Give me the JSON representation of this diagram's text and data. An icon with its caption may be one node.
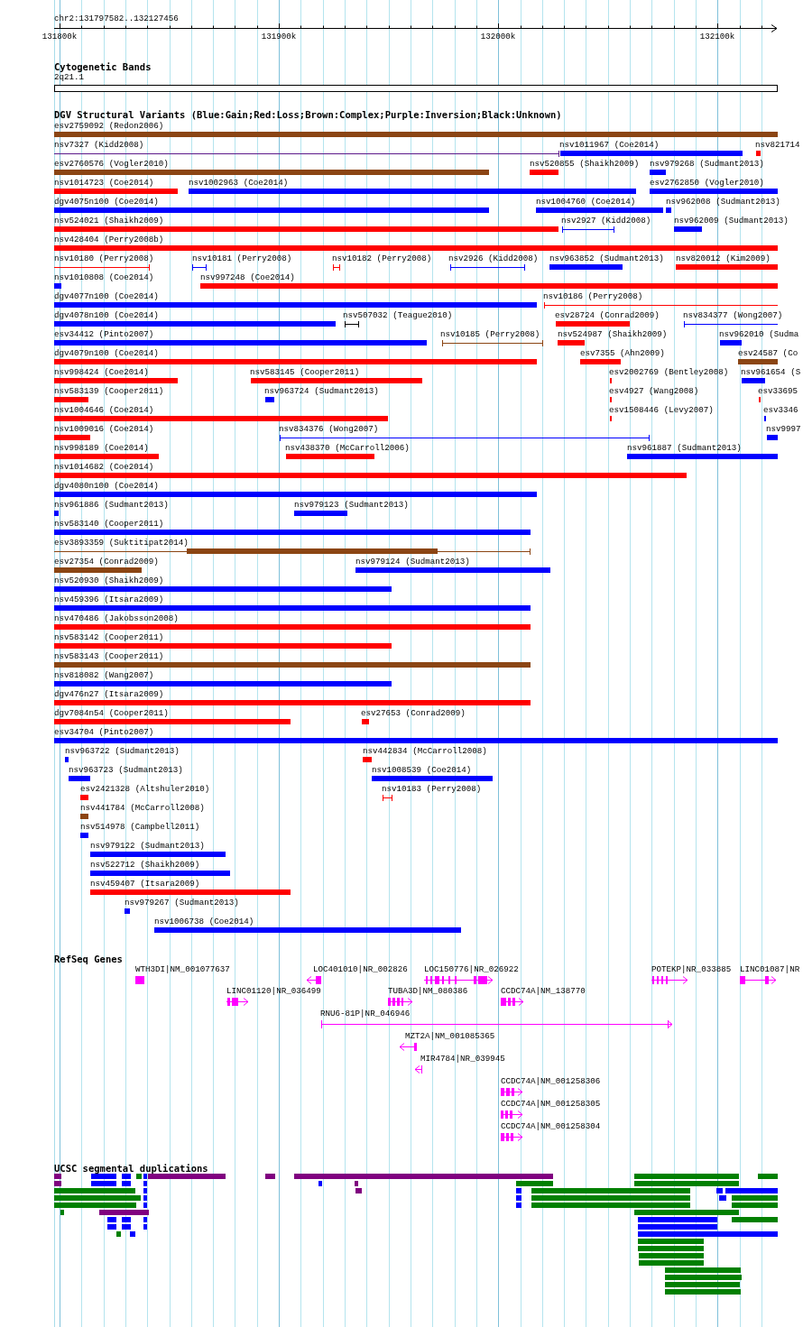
{
  "diagram": {
    "title": "chr2:131797582..132127456",
    "labels": [
      "131800k",
      "131900k",
      "132000k",
      "132100k",
      "Cytogenetic Bands",
      "2q21.1",
      "DGV Structural Variants (Blue:Gain;Red:Loss;Brown:Complex;Purple:Inversion;Black:Unknown)",
      "esv2759092 (Redon2006)",
      "nsv7327 (Kidd2008)",
      "nsv1011967 (Coe2014)",
      "nsv821714",
      "esv2760576 (Vogler2010)",
      "nsv520855 (Shaikh2009)",
      "nsv979268 (Sudmant2013)",
      "nsv1014723 (Coe2014)",
      "nsv1002963 (Coe2014)",
      "esv2762850 (Vogler2010)",
      "dgv4075n100 (Coe2014)",
      "nsv1004760 (Coe2014)",
      "nsv962008 (Sudmant2013)",
      "nsv524021 (Shaikh2009)",
      "nsv2927 (Kidd2008)",
      "nsv962009 (Sudmant2013)",
      "nsv428404 (Perry2008b)",
      "nsv10180 (Perry2008)",
      "nsv10181 (Perry2008)",
      "nsv10182 (Perry2008)",
      "nsv2926 (Kidd2008)",
      "nsv963852 (Sudmant2013)",
      "nsv820012 (Kim2009)",
      "nsv1010808 (Coe2014)",
      "nsv997248 (Coe2014)",
      "dgv4077n100 (Coe2014)",
      "nsv10186 (Perry2008)",
      "dgv4078n100 (Coe2014)",
      "nsv507032 (Teague2010)",
      "esv28724 (Conrad2009)",
      "nsv834377 (Wong2007)",
      "esv34412 (Pinto2007)",
      "nsv10185 (Perry2008)",
      "nsv524987 (Shaikh2009)",
      "nsv962010 (Sudma",
      "dgv4079n100 (Coe2014)",
      "esv7355 (Ahn2009)",
      "esv24587 (Co",
      "nsv998424 (Coe2014)",
      "nsv583145 (Cooper2011)",
      "esv2002769 (Bentley2008)",
      "nsv961654 (S",
      "nsv583139 (Cooper2011)",
      "nsv963724 (Sudmant2013)",
      "esv4927 (Wang2008)",
      "esv33695",
      "nsv1004646 (Coe2014)",
      "esv1508446 (Levy2007)",
      "esv3346",
      "nsv1009016 (Coe2014)",
      "nsv834376 (Wong2007)",
      "nsv9997",
      "nsv998189 (Coe2014)",
      "nsv438370 (McCarroll2006)",
      "nsv961887 (Sudmant2013)",
      "nsv1014682 (Coe2014)",
      "dgv4080n100 (Coe2014)",
      "nsv961886 (Sudmant2013)",
      "nsv979123 (Sudmant2013)",
      "nsv583140 (Cooper2011)",
      "esv3893359 (Suktitipat2014)",
      "esv27354 (Conrad2009)",
      "nsv979124 (Sudmant2013)",
      "nsv520930 (Shaikh2009)",
      "nsv459396 (Itsara2009)",
      "nsv470486 (Jakobsson2008)",
      "nsv583142 (Cooper2011)",
      "nsv583143 (Cooper2011)",
      "nsv818082 (Wang2007)",
      "dgv476n27 (Itsara2009)",
      "dgv7084n54 (Cooper2011)",
      "esv27653 (Conrad2009)",
      "esv34704 (Pinto2007)",
      "nsv963722 (Sudmant2013)",
      "nsv442834 (McCarroll2008)",
      "nsv963723 (Sudmant2013)",
      "nsv1008539 (Coe2014)",
      "esv2421328 (Altshuler2010)",
      "nsv10183 (Perry2008)",
      "nsv441784 (McCarroll2008)",
      "nsv514978 (Campbell2011)",
      "nsv979122 (Sudmant2013)",
      "nsv522712 (Shaikh2009)",
      "nsv459407 (Itsara2009)",
      "nsv979267 (Sudmant2013)",
      "nsv1006738 (Coe2014)",
      "RefSeq Genes",
      "WTH3DI|NM_001077637",
      "LOC401010|NR_002826",
      "LOC150776|NR_026922",
      "POTEKP|NR_033885",
      "LINC01087|NR",
      "LINC01120|NR_036499",
      "TUBA3D|NM_080386",
      "CCDC74A|NM_138770",
      "RNU6-81P|NR_046946",
      "MZT2A|NM_001085365",
      "MIR4784|NR_039945",
      "CCDC74A|NM_001258306",
      "CCDC74A|NM_001258305",
      "CCDC74A|NM_001258304",
      "UCSC segmental duplications"
    ]
  }
}
